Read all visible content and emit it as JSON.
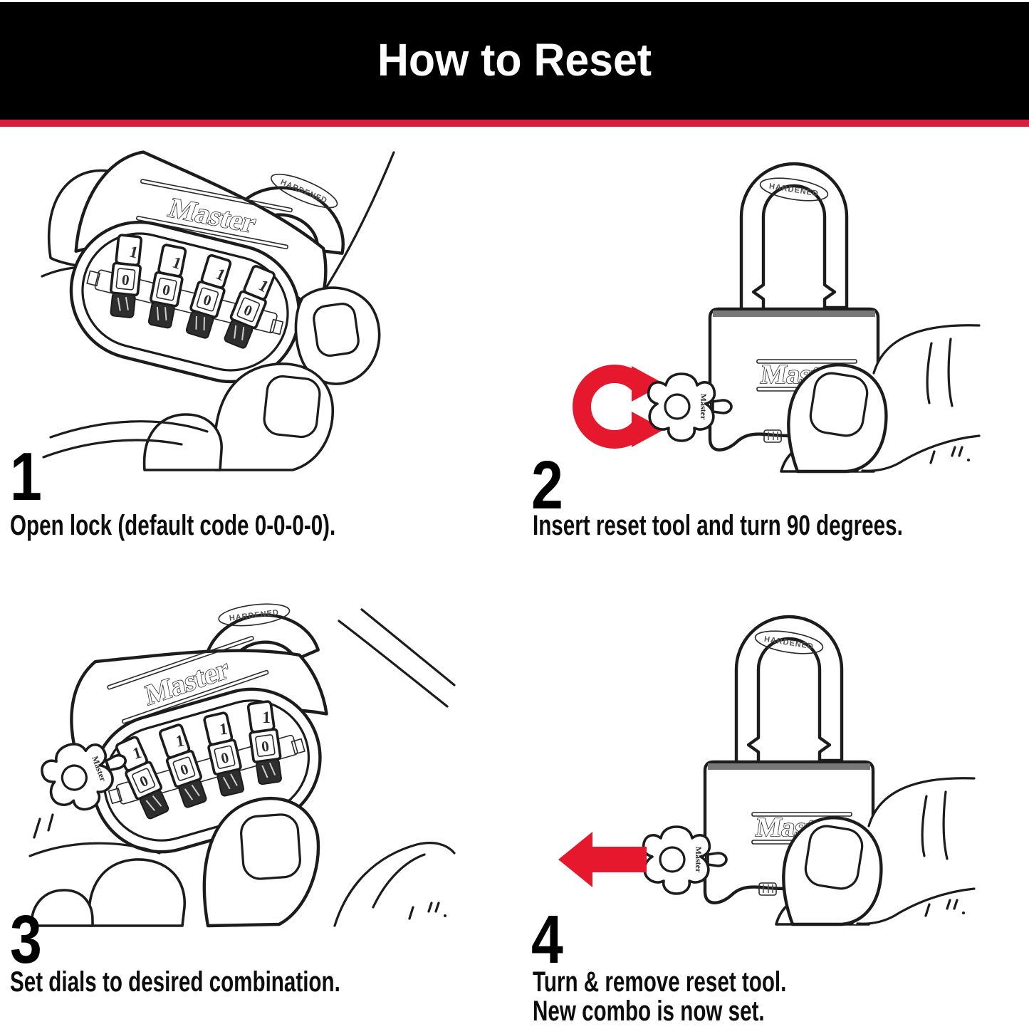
{
  "header": {
    "title": "How to Reset"
  },
  "steps": [
    {
      "number": "1",
      "caption": "Open lock (default code 0-0-0-0)."
    },
    {
      "number": "2",
      "caption": "Insert reset tool and turn 90 degrees."
    },
    {
      "number": "3",
      "caption": "Set dials to desired combination."
    },
    {
      "number": "4",
      "caption": "Turn & remove reset tool.",
      "caption_line2": "New combo is now set."
    }
  ],
  "lock": {
    "brand": "Master",
    "shackle_text": "HARDENED",
    "reset_tool_text": "Master",
    "dial_top_digit": "1",
    "dial_middle_digit": "0"
  },
  "colors": {
    "header_bar": "#000000",
    "accent_stripe": "#d51f3c",
    "arrow_red": "#e6182e",
    "line_art": "#1c1c1c"
  }
}
